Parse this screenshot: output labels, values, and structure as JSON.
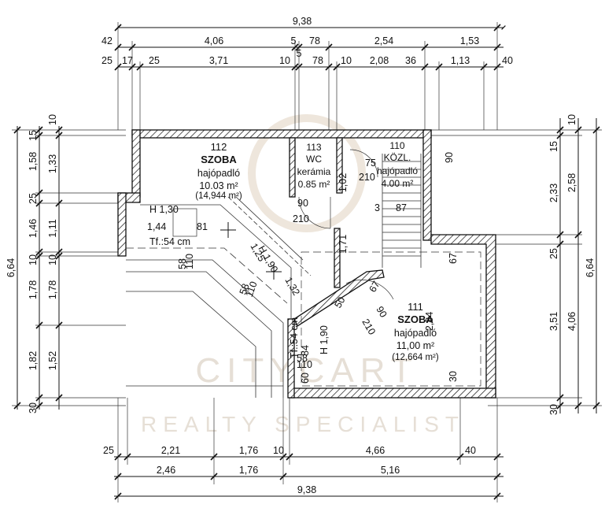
{
  "watermark": {
    "brand": "CITYCART",
    "tagline": "REALTY SPECIALIST"
  },
  "rooms": [
    {
      "number": "112",
      "name": "SZOBA",
      "floor": "hajópadló",
      "area": "10.03 m²",
      "area_alt": "(14,944 m²)"
    },
    {
      "number": "113",
      "name": "WC",
      "floor": "kerámia",
      "area": "0.85 m²"
    },
    {
      "number": "110",
      "name": "KÖZL.",
      "floor": "hajópadló",
      "area": "4.00 m²"
    },
    {
      "number": "111",
      "name": "SZOBA",
      "floor": "hajópadló",
      "area": "11,00 m²",
      "area_alt": "(12,664 m²)"
    }
  ],
  "dims_top": {
    "row1": [
      "9,38"
    ],
    "row2": [
      "42",
      "4,06",
      "5",
      "78",
      "2,54",
      "1,53"
    ],
    "row3": [
      "25",
      "17",
      "25",
      "3,71",
      "10",
      "5",
      "78",
      "10",
      "2,08",
      "36",
      "1,13",
      "40"
    ]
  },
  "dims_bottom": {
    "row1": [
      "25",
      "2,21",
      "1,76",
      "10",
      "4,66",
      "40"
    ],
    "row2": [
      "2,46",
      "1,76",
      "5,16"
    ],
    "row3": [
      "9,38"
    ]
  },
  "dims_left": {
    "outer": [
      "6,64"
    ],
    "mid": [
      "15",
      "1,58",
      "25",
      "1,46",
      "10",
      "1,78",
      "1,82",
      "30"
    ],
    "inner": [
      "10",
      "1,33",
      "1,11",
      "10",
      "1,78",
      "1,52"
    ]
  },
  "dims_right": {
    "outer": [
      "6,64"
    ],
    "mid": [
      "10",
      "2,58",
      "25",
      "4,06",
      "30"
    ],
    "inner": [
      "15",
      "2,33",
      "3,51"
    ]
  },
  "interior_labels": {
    "door_90_wc": "90",
    "door_210_wc": "210",
    "d75": "75",
    "d210_kozl": "210",
    "d1_02": "1,02",
    "d90_kozl": "90",
    "d3": "3",
    "d87": "87",
    "d1_71": "1,71",
    "d67": "67",
    "d1_44": "1,44",
    "d81": "81",
    "h190a": "H 1,90",
    "tf54a": "Tf.:54 cm",
    "d1_25": "1,25",
    "d1_32": "1,32",
    "h190b": "H 1,90",
    "d58a": "58",
    "d110a": "110",
    "d58b": "58",
    "d110b": "110",
    "d50": "50",
    "d67b": "67",
    "d210b": "210",
    "d90b": "90",
    "d2_84": "2,84",
    "d30": "30",
    "tf54b": "Tf.:54 cm",
    "d84": "84",
    "h190c": "H 1,90",
    "d58c": "58",
    "d110c": "110",
    "d60": "60",
    "h130": "H 1,30"
  }
}
